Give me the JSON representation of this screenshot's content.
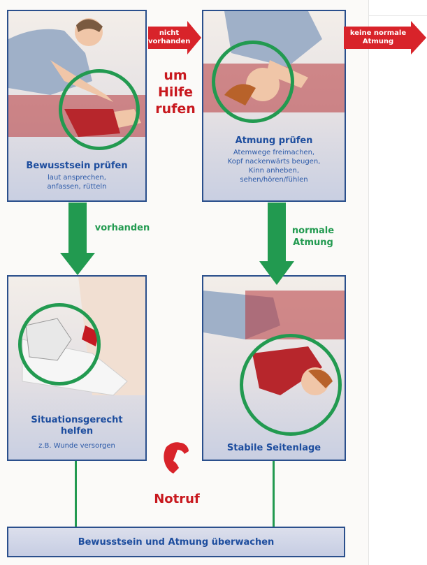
{
  "arrows": {
    "not_present": "nicht\nvorhanden",
    "no_normal_breathing": "keine normale\nAtmung",
    "present": "vorhanden",
    "normal_breathing": "normale\nAtmung"
  },
  "call_help": "um\nHilfe\nrufen",
  "emergency_call": "Notruf",
  "cards": {
    "consciousness": {
      "title": "Bewusstsein prüfen",
      "subtitle": "laut ansprechen,\nanfassen, rütteln"
    },
    "breathing": {
      "title": "Atmung prüfen",
      "subtitle": "Atemwege freimachen,\nKopf nackenwärts beugen,\nKinn anheben,\nsehen/hören/fühlen"
    },
    "situation": {
      "title": "Situationsgerecht\nhelfen",
      "subtitle": "z.B. Wunde versorgen"
    },
    "recovery": {
      "title": "Stabile Seitenlage",
      "subtitle": ""
    }
  },
  "monitor": "Bewusstsein und Atmung überwachen",
  "colors": {
    "green": "#229a50",
    "red": "#d8232a",
    "blue": "#2a4f8c"
  },
  "icons": {
    "phone": "phone-icon"
  }
}
